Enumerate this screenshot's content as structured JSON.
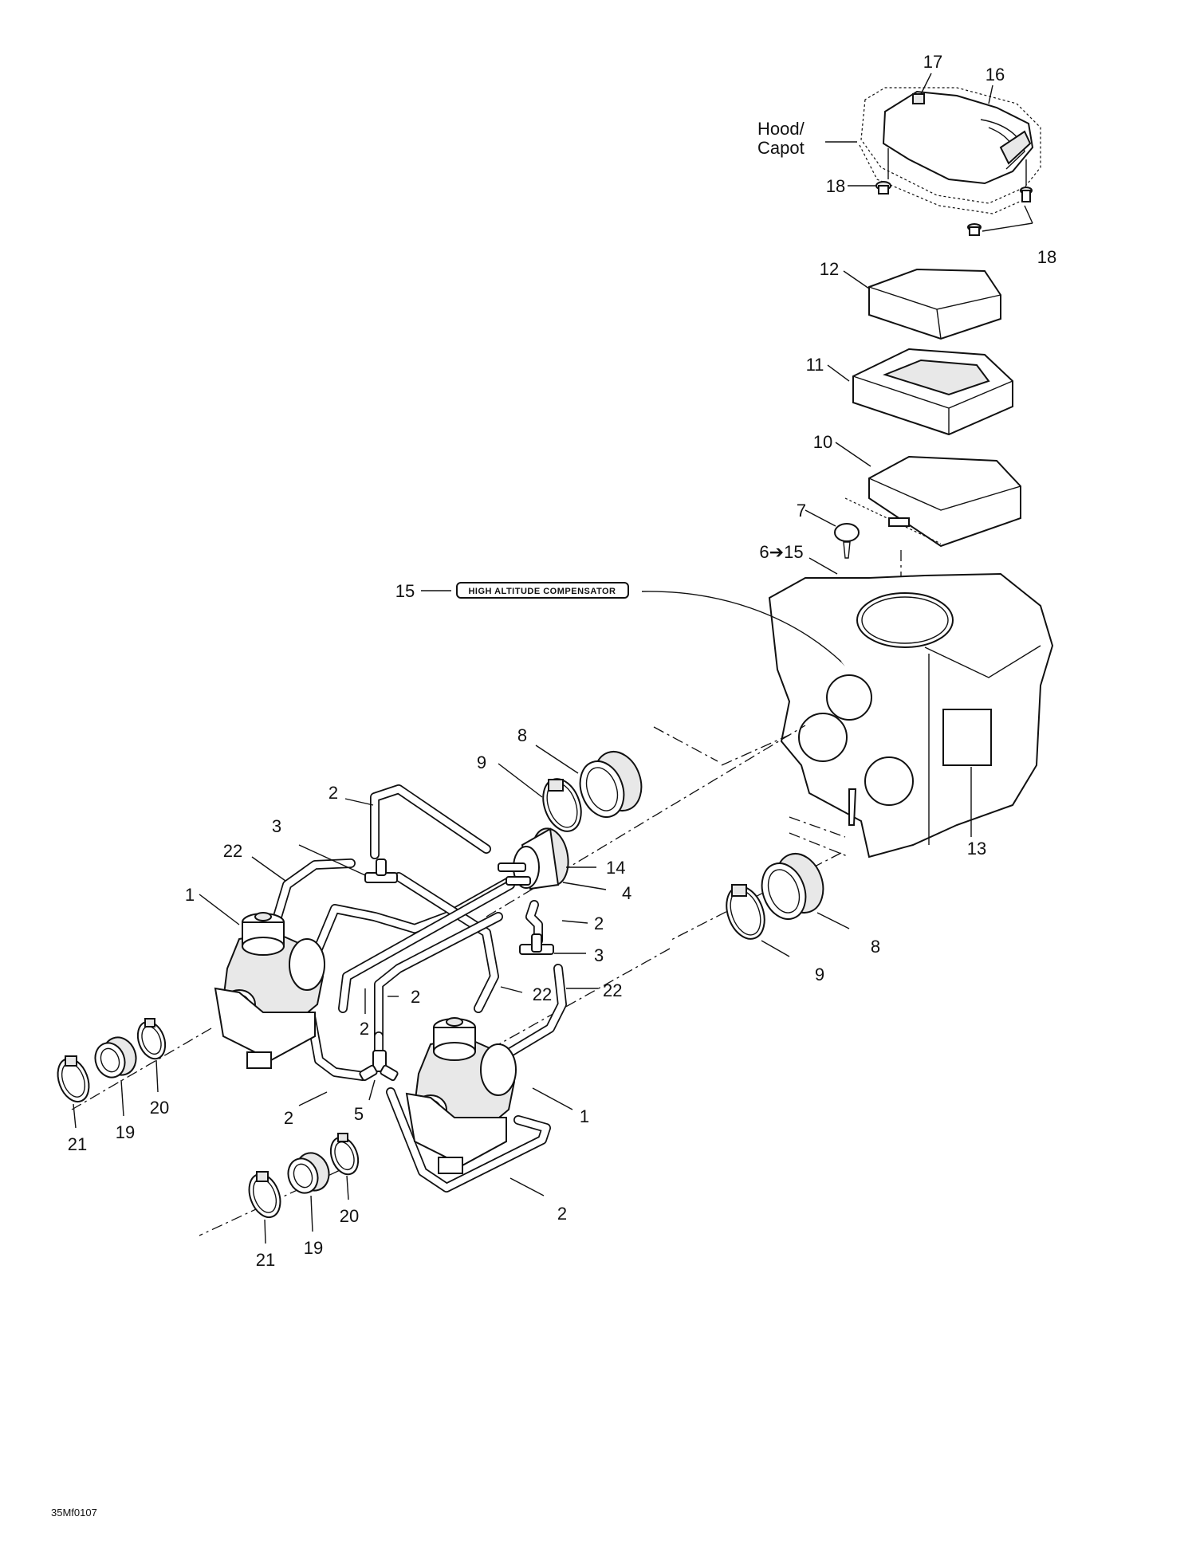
{
  "figure_code": "35Mf0107",
  "decal_text": "HIGH ALTITUDE COMPENSATOR",
  "hood_label": "Hood/\nCapot",
  "hood_label_line1": "Hood/",
  "hood_label_line2": "Capot",
  "callouts": {
    "c17": "17",
    "c16": "16",
    "c18a": "18",
    "c18b": "18",
    "c12": "12",
    "c11": "11",
    "c10": "10",
    "c7": "7",
    "c6_15": "6➔15",
    "c15": "15",
    "c13": "13",
    "c8a": "8",
    "c9a": "9",
    "c2a": "2",
    "c3a": "3",
    "c22a": "22",
    "c1a": "1",
    "c14": "14",
    "c4": "4",
    "c2b": "2",
    "c3b": "3",
    "c22b": "22",
    "c22c": "22",
    "c2c": "2",
    "c2d": "2",
    "c2e": "2",
    "c5": "5",
    "c1b": "1",
    "c8b": "8",
    "c9b": "9",
    "c21a": "21",
    "c19a": "19",
    "c20a": "20",
    "c21b": "21",
    "c19b": "19",
    "c20b": "20",
    "c2f": "2"
  },
  "colors": {
    "ink": "#111111",
    "paper": "#ffffff",
    "shade": "#e8e8e8"
  }
}
